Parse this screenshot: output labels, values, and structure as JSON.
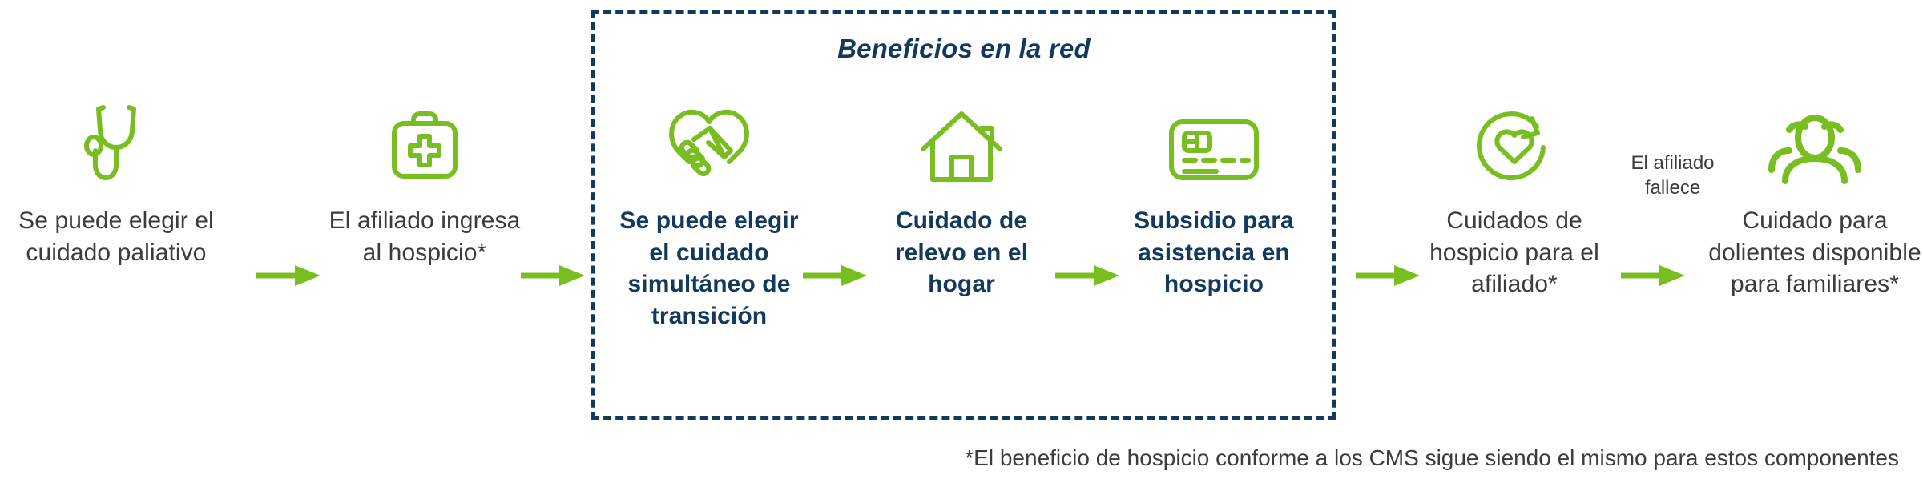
{
  "colors": {
    "green": "#78BE20",
    "navy": "#123A5E",
    "text_gray": "#3C3C3B",
    "background": "#FFFFFF"
  },
  "network_box": {
    "title": "Beneficios en la red"
  },
  "steps": [
    {
      "id": "palliative-care",
      "icon": "stethoscope-icon",
      "label": "Se puede elegir el cuidado paliativo",
      "bold": false
    },
    {
      "id": "hospice-admission",
      "icon": "medical-bag-icon",
      "label": "El afiliado ingresa al hospicio*",
      "bold": false
    },
    {
      "id": "concurrent-transition-care",
      "icon": "heart-handshake-icon",
      "label": "Se puede elegir el cuidado simultáneo de transición",
      "bold": true
    },
    {
      "id": "home-respite-care",
      "icon": "house-icon",
      "label": "Cuidado de relevo en el hogar",
      "bold": true
    },
    {
      "id": "hospice-assistance-subsidy",
      "icon": "benefit-card-icon",
      "label": "Subsidio para asistencia en hospicio",
      "bold": true
    },
    {
      "id": "hospice-care-member",
      "icon": "heart-refresh-icon",
      "label": "Cuidados de hospicio para el afiliado*",
      "bold": false
    },
    {
      "id": "bereavement-care",
      "icon": "people-group-icon",
      "label": "Cuidado para dolientes disponible para familiares*",
      "bold": false
    }
  ],
  "arrows": [
    {
      "id": "arrow-1",
      "from": "palliative-care",
      "to": "hospice-admission"
    },
    {
      "id": "arrow-2",
      "from": "hospice-admission",
      "to": "concurrent-transition-care"
    },
    {
      "id": "arrow-3",
      "from": "concurrent-transition-care",
      "to": "home-respite-care"
    },
    {
      "id": "arrow-4",
      "from": "home-respite-care",
      "to": "hospice-assistance-subsidy"
    },
    {
      "id": "arrow-5",
      "from": "hospice-assistance-subsidy",
      "to": "hospice-care-member"
    },
    {
      "id": "arrow-6",
      "from": "hospice-care-member",
      "to": "bereavement-care"
    }
  ],
  "death_note": {
    "text": "El afiliado fallece"
  },
  "footnote": {
    "text": "*El beneficio de hospicio conforme a los CMS sigue siendo el mismo para estos componentes"
  }
}
